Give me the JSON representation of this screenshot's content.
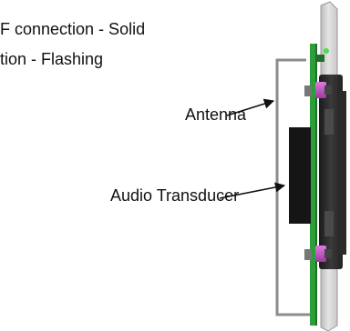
{
  "text": {
    "line1": "F connection - Solid",
    "line2": "tion - Flashing",
    "antenna": "Antenna",
    "audio": "Audio Transducer"
  },
  "colors": {
    "pcb": "#2e9e3a",
    "pcb_dark": "#1f6f28",
    "transducer": "#151515",
    "bracket": "#8c8c8c",
    "cover": "#d4d4d4",
    "connector_pink": "#c24ec2",
    "led_green": "#4fdc4f"
  }
}
